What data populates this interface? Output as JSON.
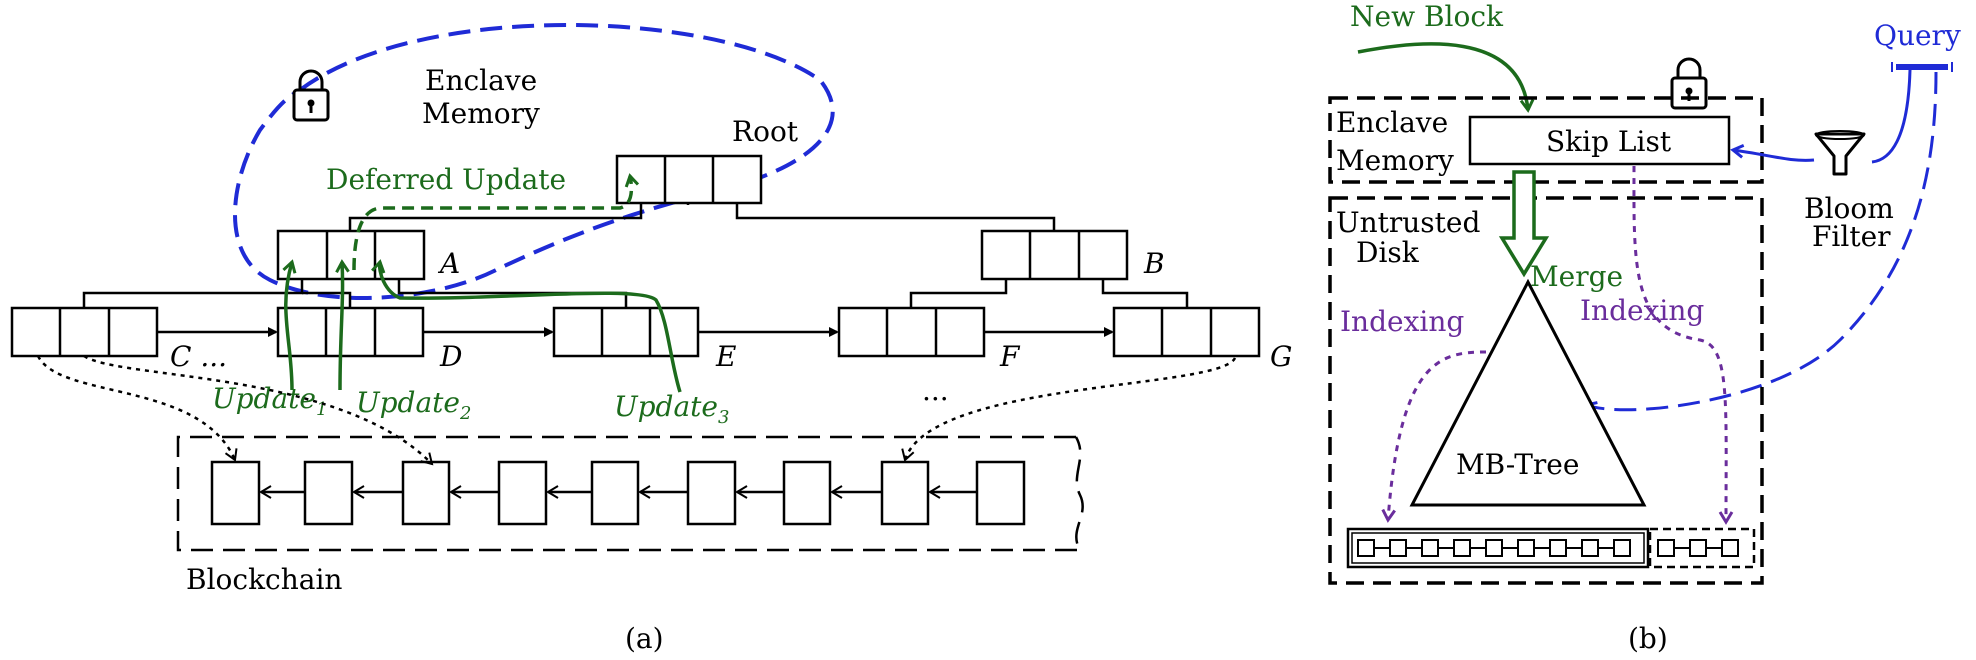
{
  "panel_a": {
    "caption": "(a)",
    "enclave_label_line1": "Enclave",
    "enclave_label_line2": "Memory",
    "root_label": "Root",
    "deferred_update_label": "Deferred Update",
    "node_a": "A",
    "node_b": "B",
    "node_c": "C ...",
    "node_d": "D",
    "node_e": "E",
    "node_f": "F",
    "node_g": "G",
    "ellipsis": "...",
    "update_1": {
      "base": "Update",
      "sub": "1"
    },
    "update_2": {
      "base": "Update",
      "sub": "2"
    },
    "update_3": {
      "base": "Update",
      "sub": "3"
    },
    "blockchain_label": "Blockchain"
  },
  "panel_b": {
    "caption": "(b)",
    "new_block_label": "New Block",
    "query_label": "Query",
    "enclave_label_line1": "Enclave",
    "enclave_label_line2": "Memory",
    "skip_list_label": "Skip List",
    "bloom_label_line1": "Bloom",
    "bloom_label_line2": "Filter",
    "untrusted_label_line1": "Untrusted",
    "untrusted_label_line2": "Disk",
    "merge_label": "Merge",
    "indexing_left_label": "Indexing",
    "indexing_right_label": "Indexing",
    "mbtree_label": "MB-Tree"
  },
  "colors": {
    "enclave_outline": "#1f2bd6",
    "update_green": "#1c6b1c",
    "indexing_purple": "#6a2d9c",
    "query_blue": "#1f2bd6",
    "black": "#000000"
  }
}
